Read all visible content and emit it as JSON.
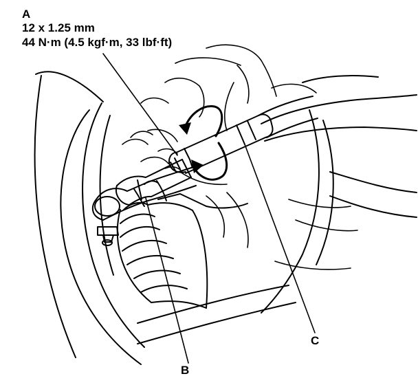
{
  "callouts": {
    "a": {
      "letter": "A",
      "thread_size": "12 x 1.25 mm",
      "torque": "44 N·m (4.5 kgf·m, 33 lbf·ft)"
    },
    "b": {
      "letter": "B"
    },
    "c": {
      "letter": "C"
    }
  },
  "colors": {
    "ink": "#000000",
    "paper": "#ffffff"
  }
}
